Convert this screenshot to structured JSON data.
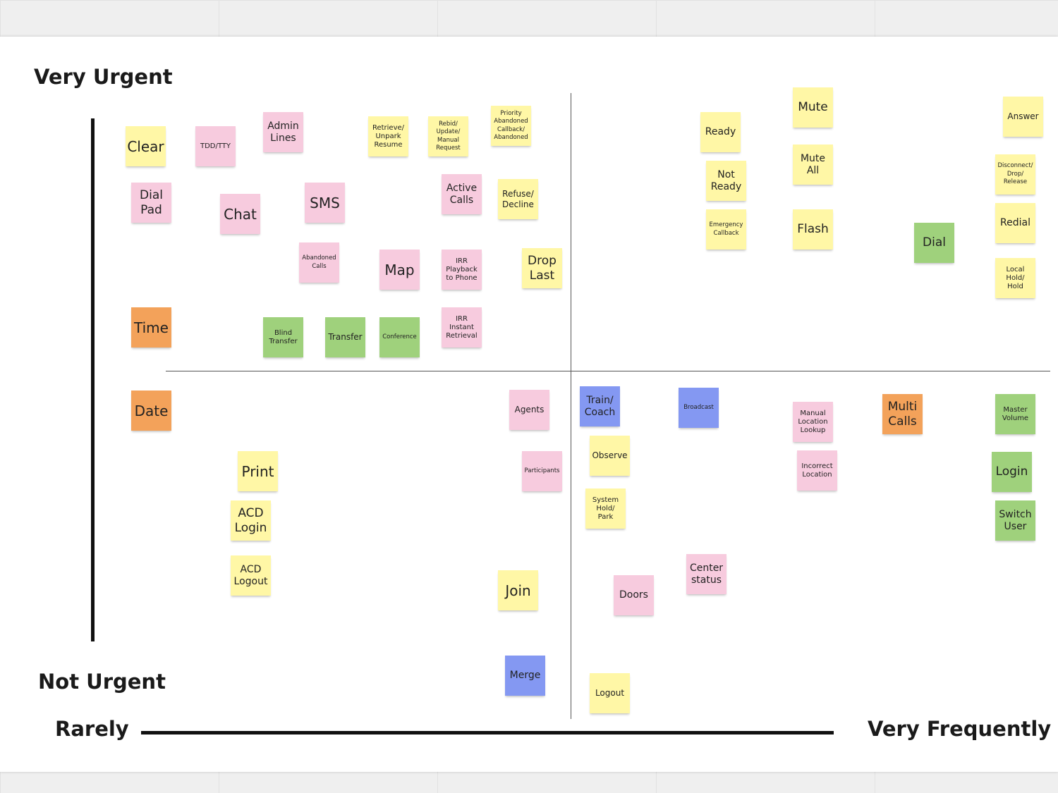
{
  "labels": {
    "very_urgent": "Very Urgent",
    "not_urgent": "Not Urgent",
    "rarely": "Rarely",
    "very_frequently": "Very Frequently"
  },
  "colors": {
    "yellow": "#fff7a6",
    "pink": "#f7cbde",
    "green": "#9fd17c",
    "orange": "#f3a25a",
    "blue": "#8498f2"
  },
  "notes": {
    "clear": "Clear",
    "tdd_tty": "TDD/TTY",
    "admin_lines": "Admin\nLines",
    "retrieve_unpark_resume": "Retrieve/\nUnpark\nResume",
    "rebid_update_manual_request": "Rebid/\nUpdate/\nManual\nRequest",
    "priority_abandoned_callback": "Priority\nAbandoned\nCallback/\nAbandoned",
    "dial_pad": "Dial\nPad",
    "chat": "Chat",
    "sms": "SMS",
    "active_calls": "Active\nCalls",
    "refuse_decline": "Refuse/\nDecline",
    "abandoned_calls": "Abandoned\nCalls",
    "map": "Map",
    "irr_playback": "IRR\nPlayback\nto Phone",
    "drop_last": "Drop\nLast",
    "time": "Time",
    "blind_transfer": "Blind\nTransfer",
    "transfer": "Transfer",
    "conference": "Conference",
    "irr_instant_retrieval": "IRR\nInstant\nRetrieval",
    "mute": "Mute",
    "answer": "Answer",
    "ready": "Ready",
    "mute_all": "Mute\nAll",
    "not_ready": "Not\nReady",
    "disconnect_drop_release": "Disconnect/\nDrop/\nRelease",
    "emergency_callback": "Emergency\nCallback",
    "flash": "Flash",
    "redial": "Redial",
    "dial": "Dial",
    "local_hold": "Local\nHold/\nHold",
    "date": "Date",
    "agents": "Agents",
    "train_coach": "Train/\nCoach",
    "broadcast": "Broadcast",
    "manual_location_lookup": "Manual\nLocation\nLookup",
    "multi_calls": "Multi\nCalls",
    "master_volume": "Master\nVolume",
    "observe": "Observe",
    "participants": "Participants",
    "print": "Print",
    "incorrect_location": "Incorrect\nLocation",
    "login": "Login",
    "system_hold_park": "System\nHold/\nPark",
    "acd_login": "ACD\nLogin",
    "switch_user": "Switch\nUser",
    "acd_logout": "ACD\nLogout",
    "center_status": "Center\nstatus",
    "join": "Join",
    "doors": "Doors",
    "merge": "Merge",
    "logout": "Logout"
  }
}
